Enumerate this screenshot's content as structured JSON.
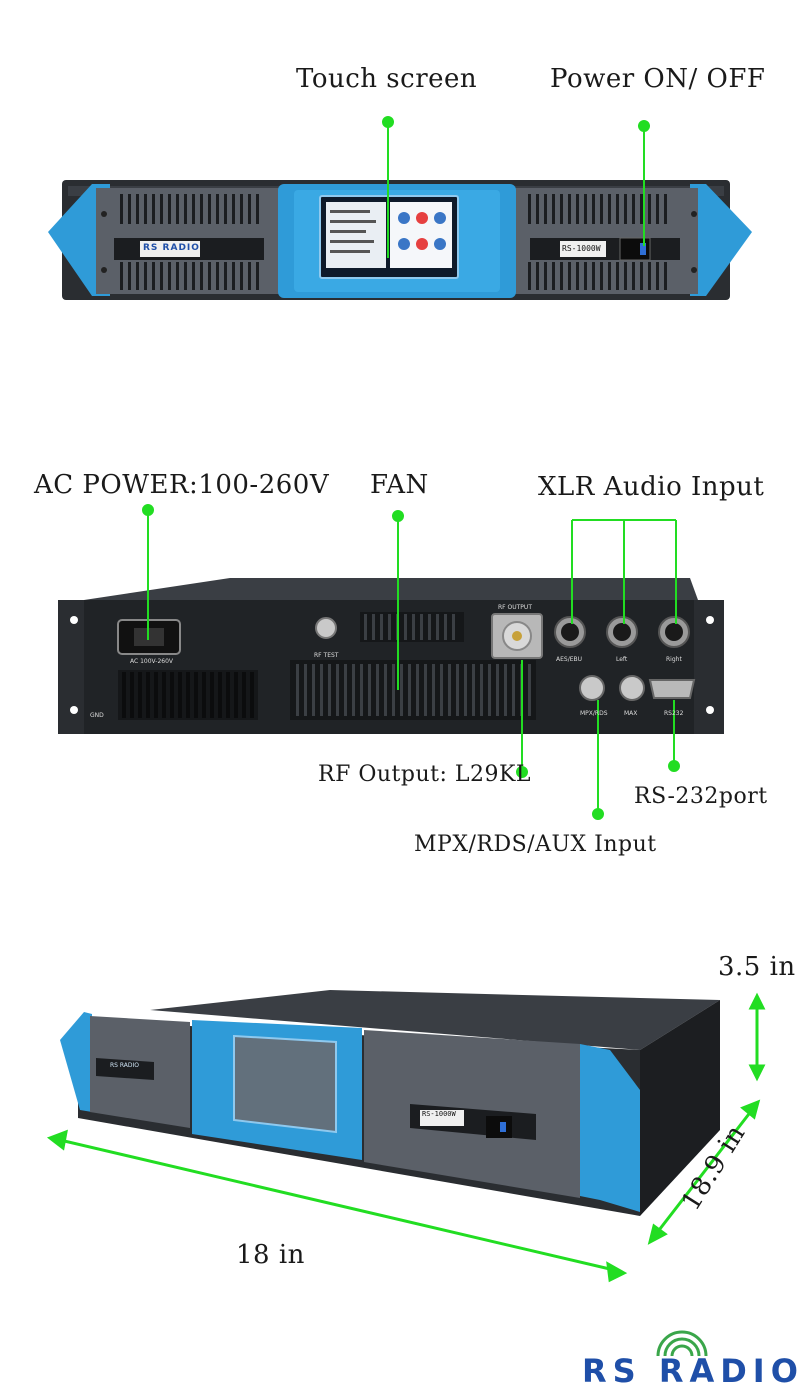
{
  "front": {
    "touch_label": "Touch screen",
    "power_label": "Power ON/ OFF",
    "brand_plate": "RS RADIO",
    "model_plate": "RS-1000W"
  },
  "rear": {
    "ac_label": "AC POWER:100-260V",
    "fan_label": "FAN",
    "xlr_label": "XLR Audio Input",
    "rf_label": "RF Output: L29KL",
    "rs232_label": "RS-232port",
    "mpx_label": "MPX/RDS/AUX Input",
    "panel": {
      "rf_output": "RF OUTPUT",
      "rf_test": "RF TEST",
      "ac": "AC 100V-260V",
      "aes": "AES/EBU",
      "left": "Left",
      "right": "Right",
      "max": "MAX",
      "rs232": "RS232",
      "gnd": "GND",
      "mpx": "MPX/RDS"
    }
  },
  "dimensions": {
    "height": "3.5 in",
    "depth": "18.9 in",
    "width": "18 in",
    "model_plate": "RS-1000W",
    "brand_plate": "RS RADIO"
  },
  "brand": {
    "name": "RS RADIO"
  },
  "colors": {
    "accent_green": "#22dd22",
    "blue": "#2f9bd8",
    "chassis": "#2a2d31",
    "brand_blue": "#1f4fa8"
  }
}
